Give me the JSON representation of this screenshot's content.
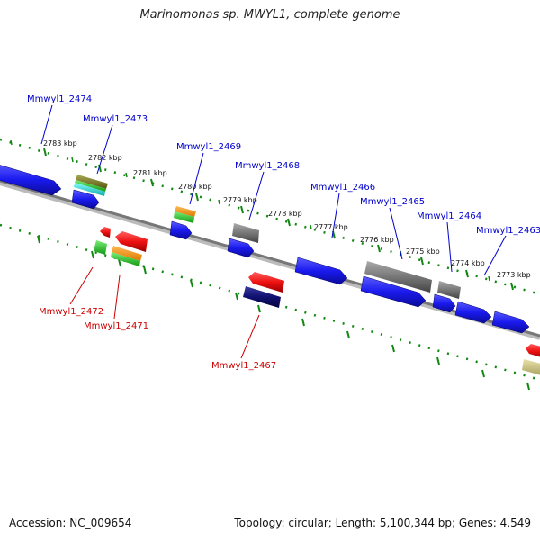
{
  "title": "Marinomonas sp. MWYL1, complete genome",
  "footer": {
    "accession": "Accession: NC_009654",
    "summary": "Topology: circular; Length: 5,100,344 bp; Genes: 4,549"
  },
  "scale_labels": [
    "2783 kbp",
    "2782 kbp",
    "2781 kbp",
    "2780 kbp",
    "2779 kbp",
    "2778 kbp",
    "2777 kbp",
    "2776 kbp",
    "2775 kbp",
    "2774 kbp",
    "2773 kbp"
  ],
  "genes_forward": [
    "Mmwyl1_2474",
    "Mmwyl1_2473",
    "Mmwyl1_2469",
    "Mmwyl1_2468",
    "Mmwyl1_2466",
    "Mmwyl1_2465",
    "Mmwyl1_2464",
    "Mmwyl1_2463"
  ],
  "genes_reverse": [
    "Mmwyl1_2472",
    "Mmwyl1_2471",
    "Mmwyl1_2467"
  ],
  "colors": {
    "forward_label": "#0000cc",
    "reverse_label": "#cc0000",
    "backbone": "#777777",
    "ticks": "#118811",
    "blue": "#1a1aee",
    "red": "#ee1111",
    "gray": "#777777",
    "navy": "#101070",
    "orange": "#ee8800",
    "green": "#22bb22",
    "cyan": "#22cccc",
    "olive": "#777722",
    "khaki": "#c8c080"
  }
}
